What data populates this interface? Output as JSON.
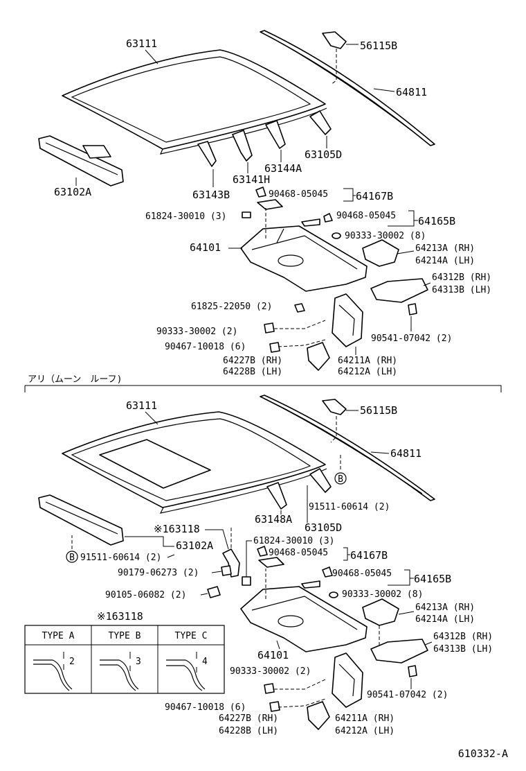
{
  "top_section": {
    "roof_panel": "63111",
    "back_glass_moulding_clip": "56115B",
    "back_window_glass": "64811",
    "rear_header": "63102A",
    "roof_bow_1": "63143B",
    "roof_bow_2": "63141H",
    "roof_bow_3": "63144A",
    "roof_side_rail": "63105D",
    "clip_1": "90468-05045",
    "bracket_1": "64167B",
    "clip_2": "90468-05045",
    "bracket_2": "64165B",
    "plug_1": "61824-30010 (3)",
    "plug_2": "90333-30002 (8)",
    "package_tray": "64101",
    "support_rh_a": "64213A (RH)",
    "support_lh_a": "64214A (LH)",
    "support_rh_b": "64312B (RH)",
    "support_lh_b": "64313B (LH)",
    "plug_3": "61825-22050 (2)",
    "plug_4": "90333-30002 (2)",
    "bolt_1": "90541-07042 (2)",
    "nut_1": "90467-10018 (6)",
    "hinge_rh": "64227B (RH)",
    "hinge_lh": "64228B (LH)",
    "panel_rh": "64211A (RH)",
    "panel_lh": "64212A (LH)"
  },
  "section_divider_label": "アリ（ムーン　ルーフ)",
  "bottom_section": {
    "roof_panel": "63111",
    "back_glass_moulding_clip": "56115B",
    "back_window_glass": "64811",
    "circle_b_1": "B",
    "bolt_1": "91511-60614 (2)",
    "roof_side_rail": "63105D",
    "roof_bow": "63148A",
    "bracket_note": "※163118",
    "rear_header": "63102A",
    "circle_b_2": "B",
    "bolt_2": "91511-60614 (2)",
    "screw_1": "90179-06273 (2)",
    "screw_2": "90105-06082 (2)",
    "plug_1": "61824-30010 (3)",
    "clip_1": "90468-05045",
    "bracket_1": "64167B",
    "clip_2": "90468-05045",
    "bracket_2": "64165B",
    "plug_2": "90333-30002 (8)",
    "support_rh_a": "64213A (RH)",
    "support_lh_a": "64214A (LH)",
    "package_tray": "64101",
    "support_rh_b": "64312B (RH)",
    "support_lh_b": "64313B (LH)",
    "plug_3": "90333-30002 (2)",
    "bolt_3": "90541-07042 (2)",
    "nut_1": "90467-10018 (6)",
    "hinge_rh": "64227B (RH)",
    "hinge_lh": "64228B (LH)",
    "panel_rh": "64211A (RH)",
    "panel_lh": "64212A (LH)"
  },
  "type_table": {
    "title": "※163118",
    "columns": [
      {
        "label": "TYPE A",
        "value": "2"
      },
      {
        "label": "TYPE B",
        "value": "3"
      },
      {
        "label": "TYPE C",
        "value": "4"
      }
    ]
  },
  "figure_code": "610332-A"
}
